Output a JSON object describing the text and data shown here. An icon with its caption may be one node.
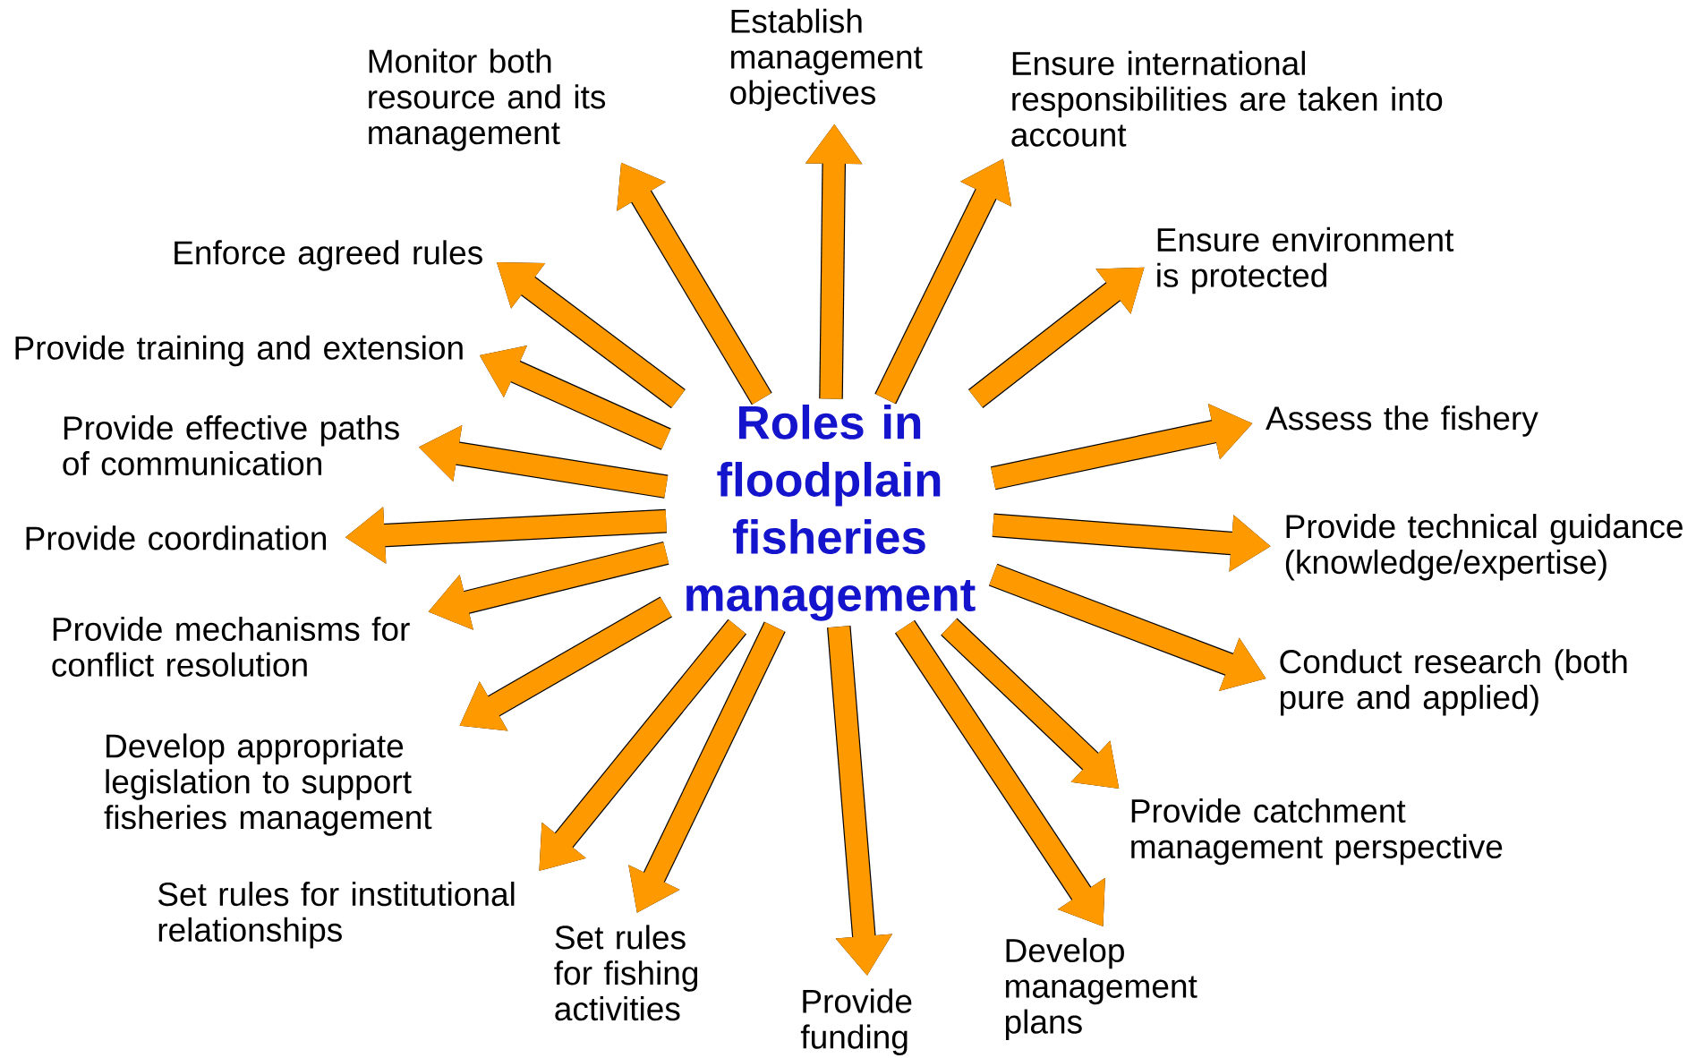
{
  "diagram": {
    "nodes": [
      {
        "text": [
          "Roles in floodplain fisheries management"
        ]
      },
      {
        "text": [
          "Establish management objectives"
        ]
      },
      {
        "text": [
          "Monitor both resource and its management"
        ]
      },
      {
        "text": [
          "Ensure international responsibilities are taken into account"
        ]
      },
      {
        "text": [
          "Enforce agreed rules"
        ]
      },
      {
        "text": [
          "Ensure environment is protected"
        ]
      },
      {
        "text": [
          "Provide training and extension"
        ]
      },
      {
        "text": [
          "Assess the fishery"
        ]
      },
      {
        "text": [
          "Provide effective paths of communication"
        ]
      },
      {
        "text": [
          "Provide technical guidance (knowledge/expertise)"
        ]
      },
      {
        "text": [
          "Provide coordination"
        ]
      },
      {
        "text": [
          "Provide mechanisms for conflict resolution"
        ]
      },
      {
        "text": [
          "Conduct research (both pure and applied)"
        ]
      },
      {
        "text": [
          "Develop appropriate legislation to support fisheries management"
        ]
      },
      {
        "text": [
          "Provide catchment management perspective"
        ]
      },
      {
        "text": [
          "Set rules for institutional relationships"
        ]
      },
      {
        "text": [
          "Set rules for fishing activities"
        ]
      },
      {
        "text": [
          "Develop management plans"
        ]
      },
      {
        "text": [
          "Provide funding"
        ]
      }
    ],
    "edges": [
      {
        "from": 0,
        "to": 1,
        "arrow": "to"
      },
      {
        "from": 0,
        "to": 2,
        "arrow": "to"
      },
      {
        "from": 0,
        "to": 3,
        "arrow": "to"
      },
      {
        "from": 0,
        "to": 4,
        "arrow": "to"
      },
      {
        "from": 0,
        "to": 5,
        "arrow": "to"
      },
      {
        "from": 0,
        "to": 6,
        "arrow": "to"
      },
      {
        "from": 0,
        "to": 7,
        "arrow": "to"
      },
      {
        "from": 0,
        "to": 8,
        "arrow": "to"
      },
      {
        "from": 0,
        "to": 9,
        "arrow": "to"
      },
      {
        "from": 0,
        "to": 10,
        "arrow": "to"
      },
      {
        "from": 0,
        "to": 11,
        "arrow": "to"
      },
      {
        "from": 0,
        "to": 12,
        "arrow": "to"
      },
      {
        "from": 0,
        "to": 13,
        "arrow": "to"
      },
      {
        "from": 0,
        "to": 14,
        "arrow": "to"
      },
      {
        "from": 0,
        "to": 15,
        "arrow": "to"
      },
      {
        "from": 0,
        "to": 16,
        "arrow": "to"
      },
      {
        "from": 0,
        "to": 17,
        "arrow": "to"
      },
      {
        "from": 0,
        "to": 18,
        "arrow": "to"
      }
    ]
  }
}
